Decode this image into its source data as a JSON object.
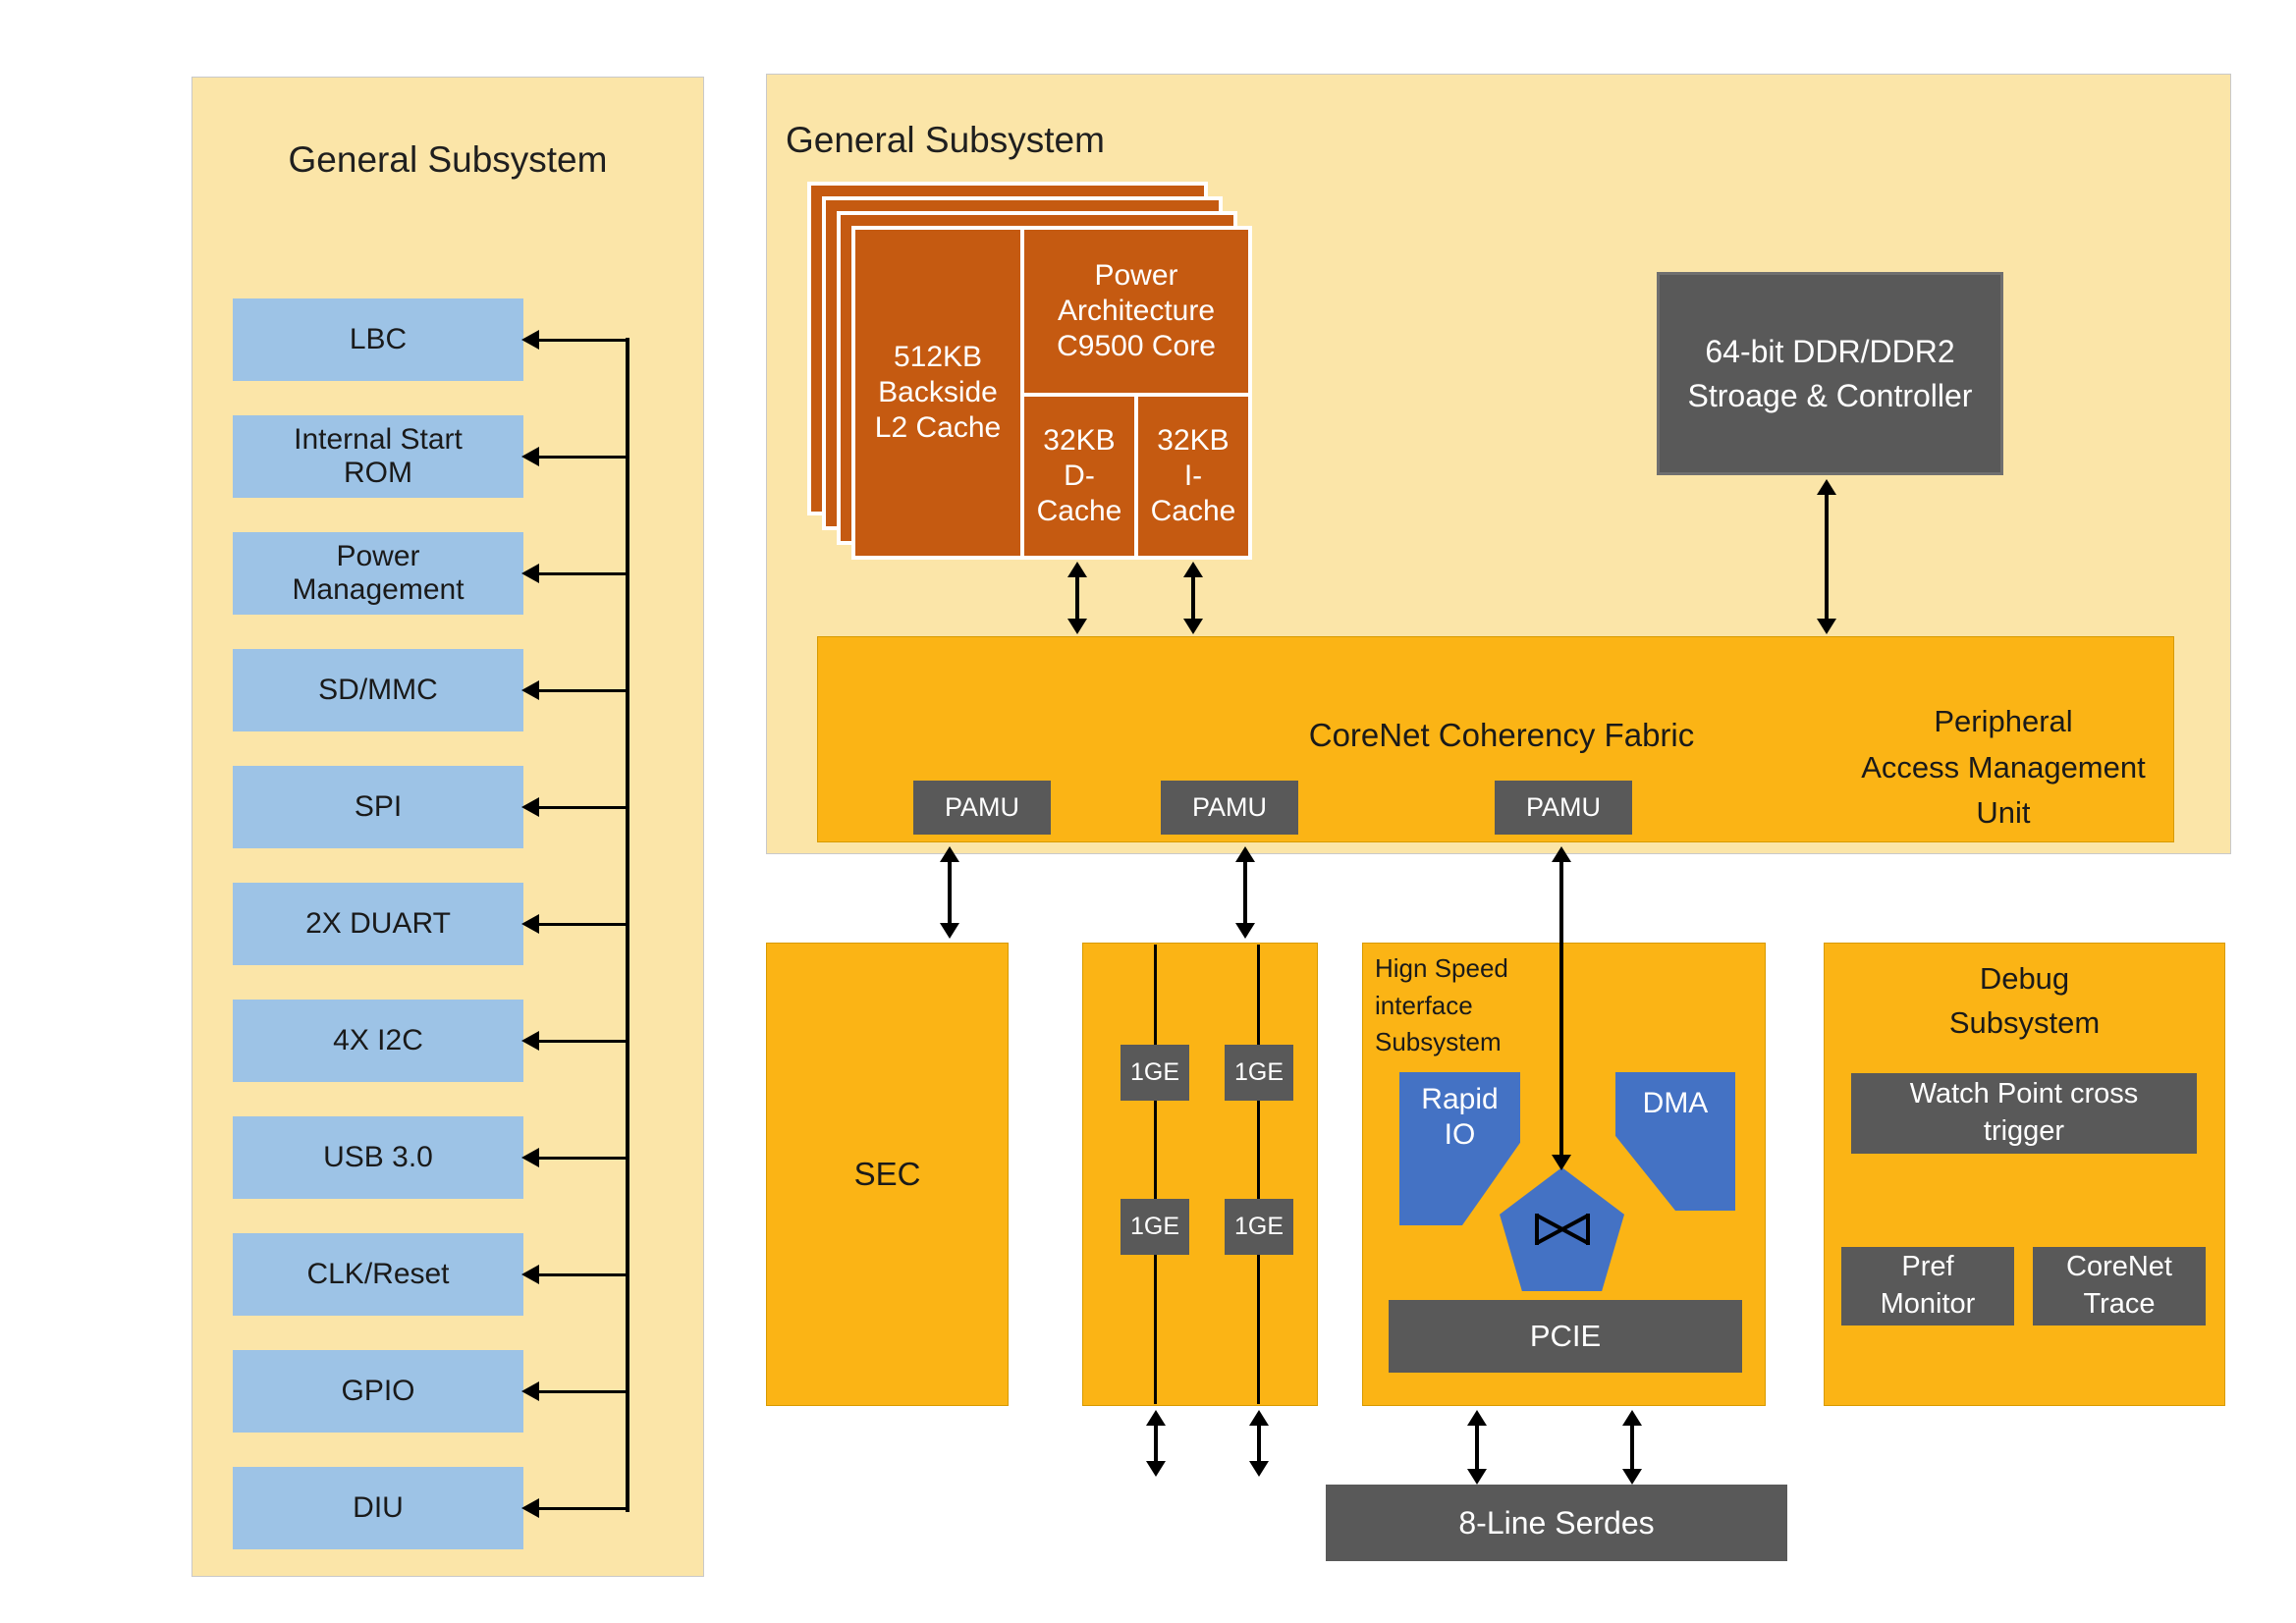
{
  "colors": {
    "panel_bg": "#FBE5A8",
    "amber": "#FBB415",
    "dark_orange": "#C55A11",
    "light_blue": "#9DC3E6",
    "dark_gray": "#595959",
    "accent_blue": "#4472C4"
  },
  "left_panel": {
    "title": "General Subsystem",
    "items": [
      "LBC",
      "Internal Start\nROM",
      "Power\nManagement",
      "SD/MMC",
      "SPI",
      "2X DUART",
      "4X I2C",
      "USB 3.0",
      "CLK/Reset",
      "GPIO",
      "DIU"
    ]
  },
  "cpu_panel": {
    "title": "General Subsystem",
    "core_stack": {
      "l2": "512KB\nBackside\nL2 Cache",
      "core": "Power\nArchitecture\nC9500 Core",
      "dcache": "32KB\nD-\nCache",
      "icache": "32KB\nI-\nCache"
    },
    "ddr": "64-bit DDR/DDR2\nStroage & Controller",
    "fabric": {
      "title": "CoreNet  Coherency Fabric",
      "right_label": "Peripheral\nAccess Management\nUnit",
      "pamu_labels": [
        "PAMU",
        "PAMU",
        "PAMU"
      ]
    }
  },
  "bottom": {
    "sec": "SEC",
    "ge_labels": [
      "1GE",
      "1GE",
      "1GE",
      "1GE"
    ],
    "hs": {
      "title": "Hign Speed\ninterface\nSubsystem",
      "rapid_io": "Rapid\nIO",
      "dma": "DMA",
      "pcie": "PCIE"
    },
    "debug": {
      "title": "Debug\nSubsystem",
      "watch": "Watch Point cross\ntrigger",
      "pref": "Pref\nMonitor",
      "trace": "CoreNet\nTrace"
    },
    "serdes": "8-Line Serdes"
  }
}
